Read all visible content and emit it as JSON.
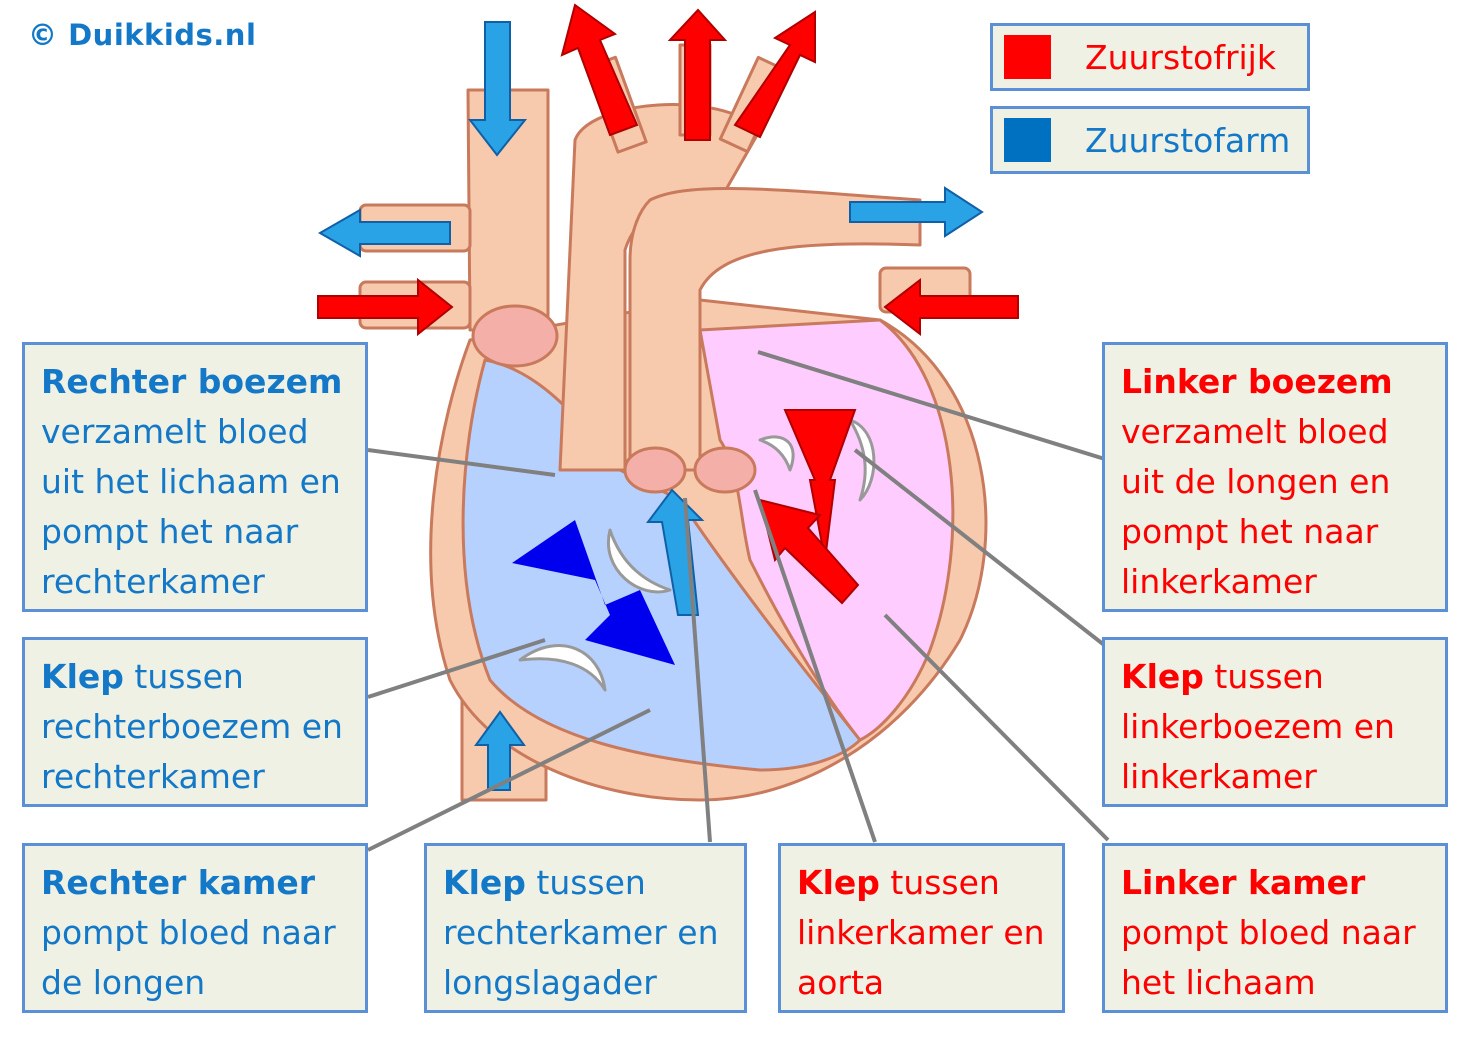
{
  "copyright": "© Duikkids.nl",
  "colors": {
    "oxygen_rich": "#ff0000",
    "oxygen_poor": "#0070c0",
    "blue_text": "#1478c8",
    "box_fill": "#eef1e4",
    "box_border": "#5b8fd6"
  },
  "legend": [
    {
      "label": "Zuurstofrijk",
      "color": "#ff0000"
    },
    {
      "label": "Zuurstofarm",
      "color": "#0070c0"
    }
  ],
  "labels": {
    "rechter_boezem": {
      "title": "Rechter boezem",
      "lines": [
        "verzamelt bloed",
        "uit het lichaam en",
        "pompt het naar",
        "rechterkamer"
      ]
    },
    "klep_rb_rk": {
      "title": "Klep",
      "first": " tussen",
      "lines": [
        "rechterboezem en",
        "rechterkamer"
      ]
    },
    "rechter_kamer": {
      "title": "Rechter kamer",
      "lines": [
        "pompt bloed naar",
        "de longen"
      ]
    },
    "klep_rk_long": {
      "title": "Klep",
      "first": " tussen",
      "lines": [
        "rechterkamer en",
        "longslagader"
      ]
    },
    "klep_lk_aorta": {
      "title": "Klep",
      "first": " tussen",
      "lines": [
        "linkerkamer en",
        "aorta"
      ]
    },
    "linker_boezem": {
      "title": "Linker boezem",
      "lines": [
        "verzamelt bloed",
        "uit de longen en",
        "pompt het naar",
        "linkerkamer"
      ]
    },
    "klep_lb_lk": {
      "title": "Klep",
      "first": " tussen",
      "lines": [
        "linkerboezem en",
        "linkerkamer"
      ]
    },
    "linker_kamer": {
      "title": "Linker kamer",
      "lines": [
        "pompt bloed naar",
        "het lichaam"
      ]
    }
  }
}
